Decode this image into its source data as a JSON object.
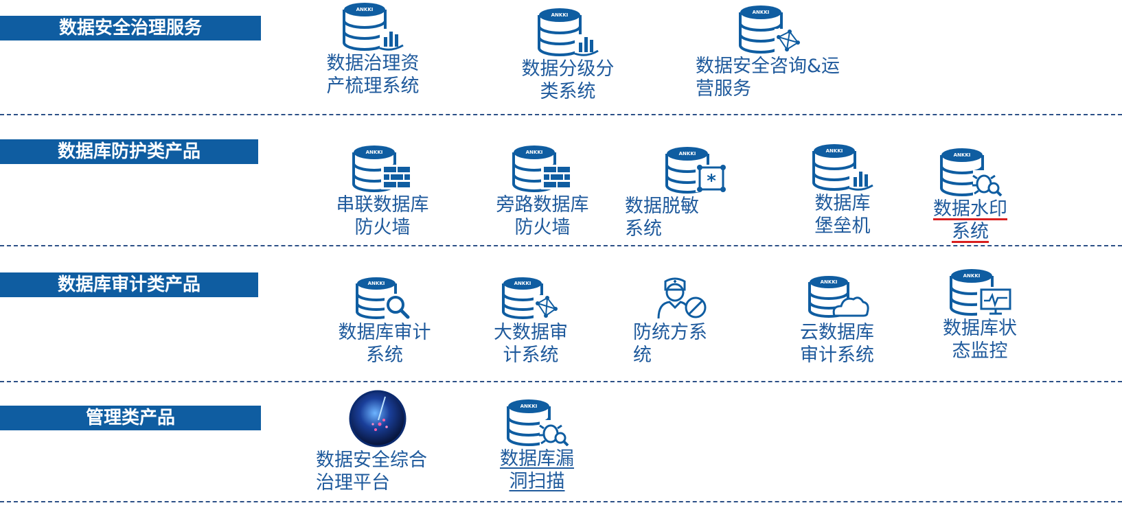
{
  "colors": {
    "primary": "#0f5da1",
    "text": "#1f5a9c",
    "divider": "#2b4f86",
    "highlight": "#d81e1e"
  },
  "icon_brand": "ANKKI",
  "categories": [
    {
      "label": "数据安全治理服务",
      "items": [
        {
          "line1": "数据治理资",
          "line2": "产梳理系统",
          "icon": "db-bar-chart-icon"
        },
        {
          "line1": "数据分级分",
          "line2": "类系统",
          "icon": "db-bar-chart-icon"
        },
        {
          "line1": "数据安全咨询&运",
          "line2": "营服务",
          "icon": "db-network-icon"
        }
      ]
    },
    {
      "label": "数据库防护类产品",
      "items": [
        {
          "line1": "串联数据库",
          "line2": "防火墙",
          "icon": "db-firewall-icon"
        },
        {
          "line1": "旁路数据库",
          "line2": "防火墙",
          "icon": "db-firewall-icon"
        },
        {
          "line1": "数据脱敏",
          "line2": "系统",
          "icon": "db-mask-icon"
        },
        {
          "line1": "数据库",
          "line2": "堡垒机",
          "icon": "db-bar-chart-icon"
        },
        {
          "line1": "数据水印",
          "line2": "系统",
          "icon": "db-bug-scan-icon"
        }
      ]
    },
    {
      "label": "数据库审计类产品",
      "items": [
        {
          "line1": "数据库审计",
          "line2": "系统",
          "icon": "db-search-icon"
        },
        {
          "line1": "大数据审",
          "line2": "计系统",
          "icon": "db-network-icon"
        },
        {
          "line1": "防统方系",
          "line2": "统",
          "icon": "doctor-pill-icon"
        },
        {
          "line1": "云数据库",
          "line2": "审计系统",
          "icon": "db-cloud-icon"
        },
        {
          "line1": "数据库状",
          "line2": "态监控",
          "icon": "db-monitor-icon"
        }
      ]
    },
    {
      "label": "管理类产品",
      "items": [
        {
          "line1": "数据安全综合",
          "line2": "治理平台",
          "icon": "globe-platform-icon"
        },
        {
          "line1": "数据库漏",
          "line2": "洞扫描",
          "icon": "db-bug-scan-icon"
        }
      ]
    }
  ]
}
